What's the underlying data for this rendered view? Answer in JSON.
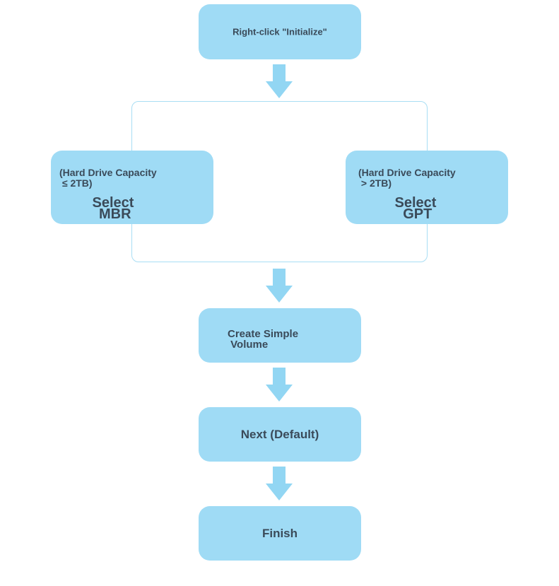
{
  "flow": {
    "step1": "Right-click \"Initialize\"",
    "mbr": {
      "capacity": "(Hard Drive Capacity\n ≤ 2TB)",
      "select": "Select\n MBR"
    },
    "gpt": {
      "capacity": "(Hard Drive Capacity\n > 2TB)",
      "select": "Select\n GPT"
    },
    "step3": "Create Simple\n Volume",
    "step4": "Next (Default)",
    "step5": "Finish"
  },
  "colors": {
    "box_fill": "#9fdbf5",
    "arrow": "#92d6f3",
    "connector": "#a9def4",
    "text": "#3a4a59"
  }
}
